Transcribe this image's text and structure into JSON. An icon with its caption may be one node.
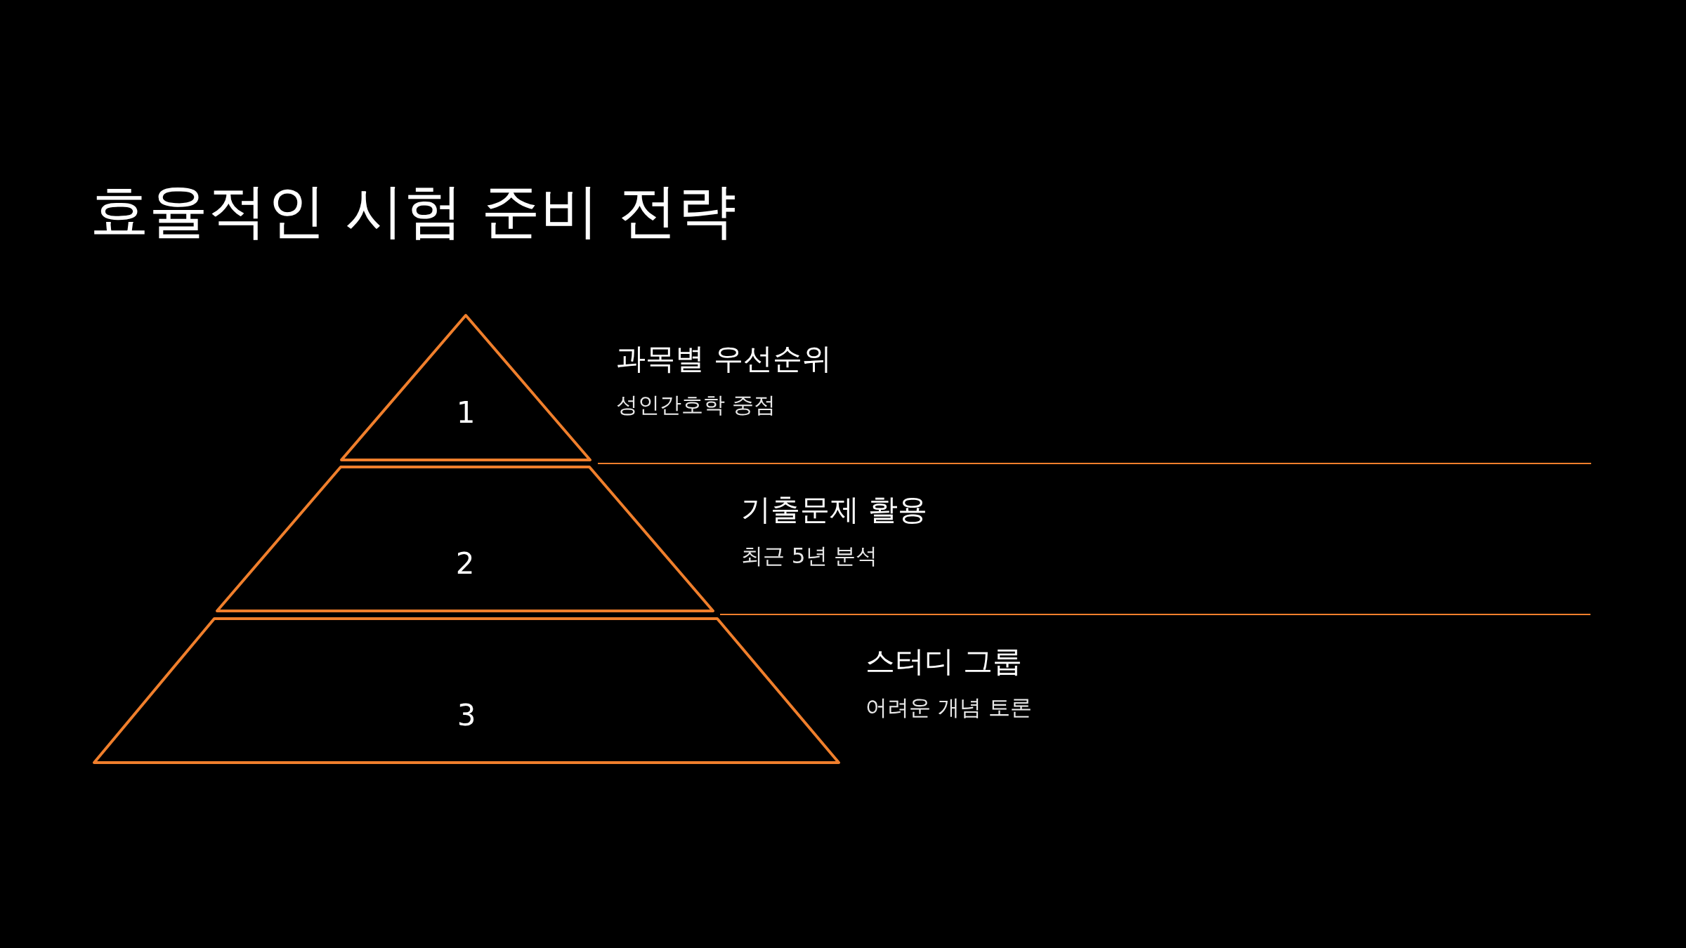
{
  "diagram": {
    "title": "효율적인 시험 준비 전략",
    "nodes": [
      {
        "text": [
          "1"
        ],
        "beside": [
          "과목별 우선순위",
          "성인간호학 중점"
        ]
      },
      {
        "text": [
          "2"
        ],
        "beside": [
          "기출문제 활용",
          "최근 5년 분석"
        ]
      },
      {
        "text": [
          "3"
        ],
        "beside": [
          "스터디 그룹",
          "어려운 개념 토론"
        ]
      }
    ]
  }
}
